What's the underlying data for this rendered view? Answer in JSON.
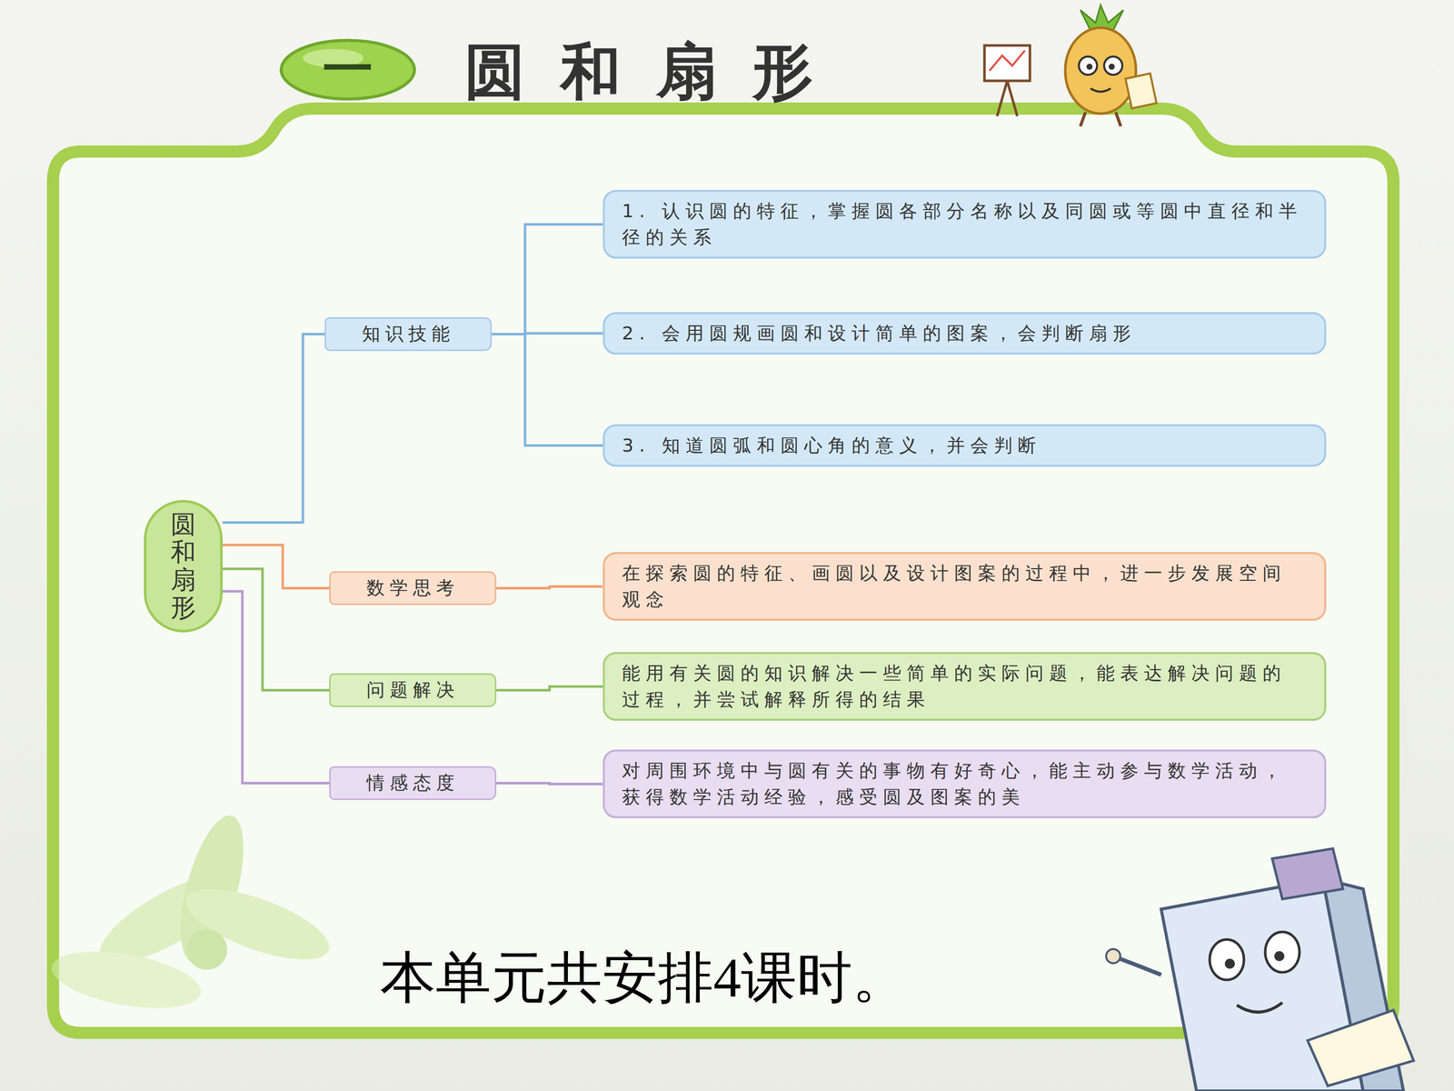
{
  "diagram": {
    "title": "圆和扇形",
    "caption": "本单元共安排4课时。",
    "nodes": [
      {
        "text": [
          "圆和扇形"
        ]
      },
      {
        "text": [
          "知识技能"
        ]
      },
      {
        "text": [
          "1. 认识圆的特征，掌握圆各部分名称以及同圆或等圆中直径和半径的关系"
        ]
      },
      {
        "text": [
          "2. 会用圆规画圆和设计简单的图案，会判断扇形"
        ]
      },
      {
        "text": [
          "3. 知道圆弧和圆心角的意义，并会判断"
        ]
      },
      {
        "text": [
          "数学思考"
        ]
      },
      {
        "text": [
          "在探索圆的特征、画圆以及设计图案的过程中，进一步发展空间观念"
        ]
      },
      {
        "text": [
          "问题解决"
        ]
      },
      {
        "text": [
          "能用有关圆的知识解决一些简单的实际问题，能表达解决问题的过程，并尝试解释所得的结果"
        ]
      },
      {
        "text": [
          "情感态度"
        ]
      },
      {
        "text": [
          "对周围环境中与圆有关的事物有好奇心，能主动参与数学活动，获得数学活动经验，感受圆及图案的美"
        ]
      }
    ],
    "edges": [
      {
        "from": 0,
        "to": 1,
        "arrow": "none"
      },
      {
        "from": 0,
        "to": 5,
        "arrow": "none"
      },
      {
        "from": 0,
        "to": 7,
        "arrow": "none"
      },
      {
        "from": 0,
        "to": 9,
        "arrow": "none"
      },
      {
        "from": 1,
        "to": 2,
        "arrow": "none"
      },
      {
        "from": 1,
        "to": 3,
        "arrow": "none"
      },
      {
        "from": 1,
        "to": 4,
        "arrow": "none"
      },
      {
        "from": 5,
        "to": 6,
        "arrow": "none"
      },
      {
        "from": 7,
        "to": 8,
        "arrow": "none"
      },
      {
        "from": 9,
        "to": 10,
        "arrow": "none"
      }
    ],
    "labels": [
      "一"
    ]
  }
}
